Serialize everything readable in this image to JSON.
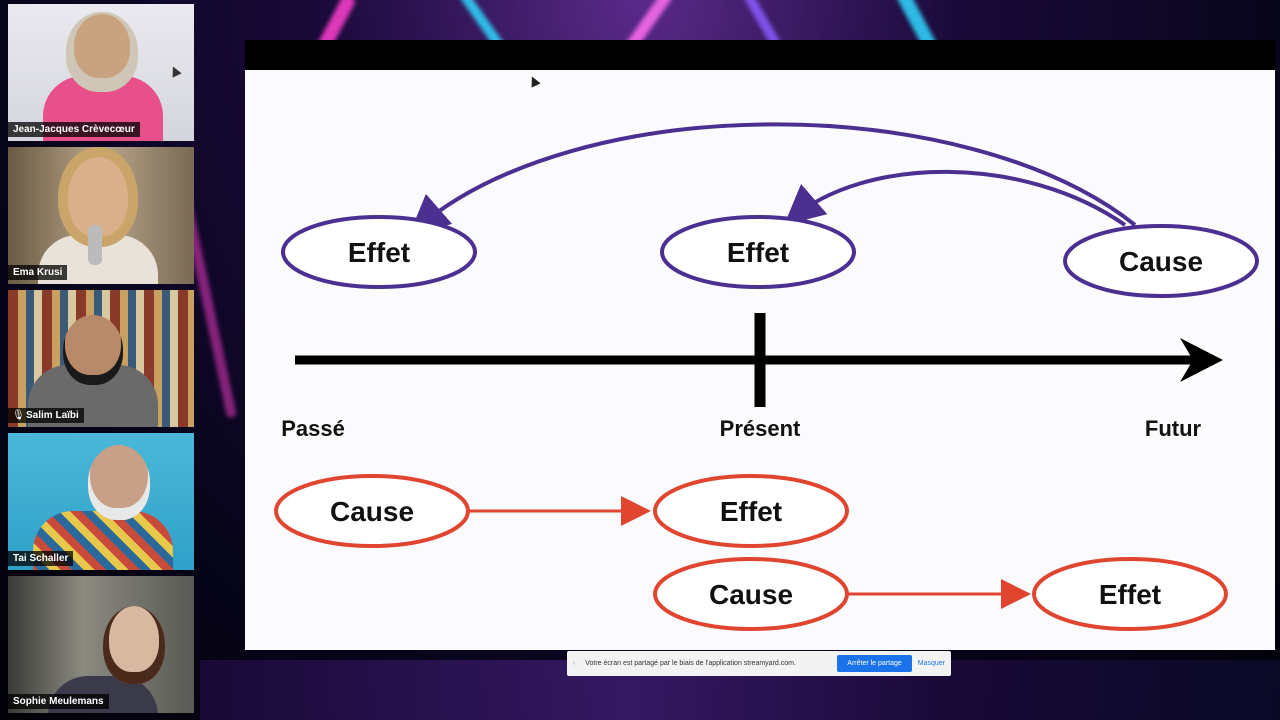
{
  "participants": [
    {
      "name": "Jean-Jacques Crèvecœur",
      "muted": false
    },
    {
      "name": "Ema Krusi",
      "muted": false
    },
    {
      "name": "Salim Laïbi",
      "muted": true
    },
    {
      "name": "Tai Schaller",
      "muted": false
    },
    {
      "name": "Sophie Meulemans",
      "muted": false
    }
  ],
  "slide": {
    "top_nodes": {
      "left": "Effet",
      "middle": "Effet",
      "right": "Cause"
    },
    "timeline": {
      "past": "Passé",
      "present": "Présent",
      "future": "Futur"
    },
    "bottom_row1": {
      "cause": "Cause",
      "effect": "Effet"
    },
    "bottom_row2": {
      "cause": "Cause",
      "effect": "Effet"
    },
    "colors": {
      "purple": "#4b2f91",
      "red": "#e0462f",
      "axis": "#000000"
    }
  },
  "share_banner": {
    "message": "Votre écran est partagé par le biais de l'application streamyard.com.",
    "stop_label": "Arrêter le partage",
    "hide_label": "Masquer"
  }
}
